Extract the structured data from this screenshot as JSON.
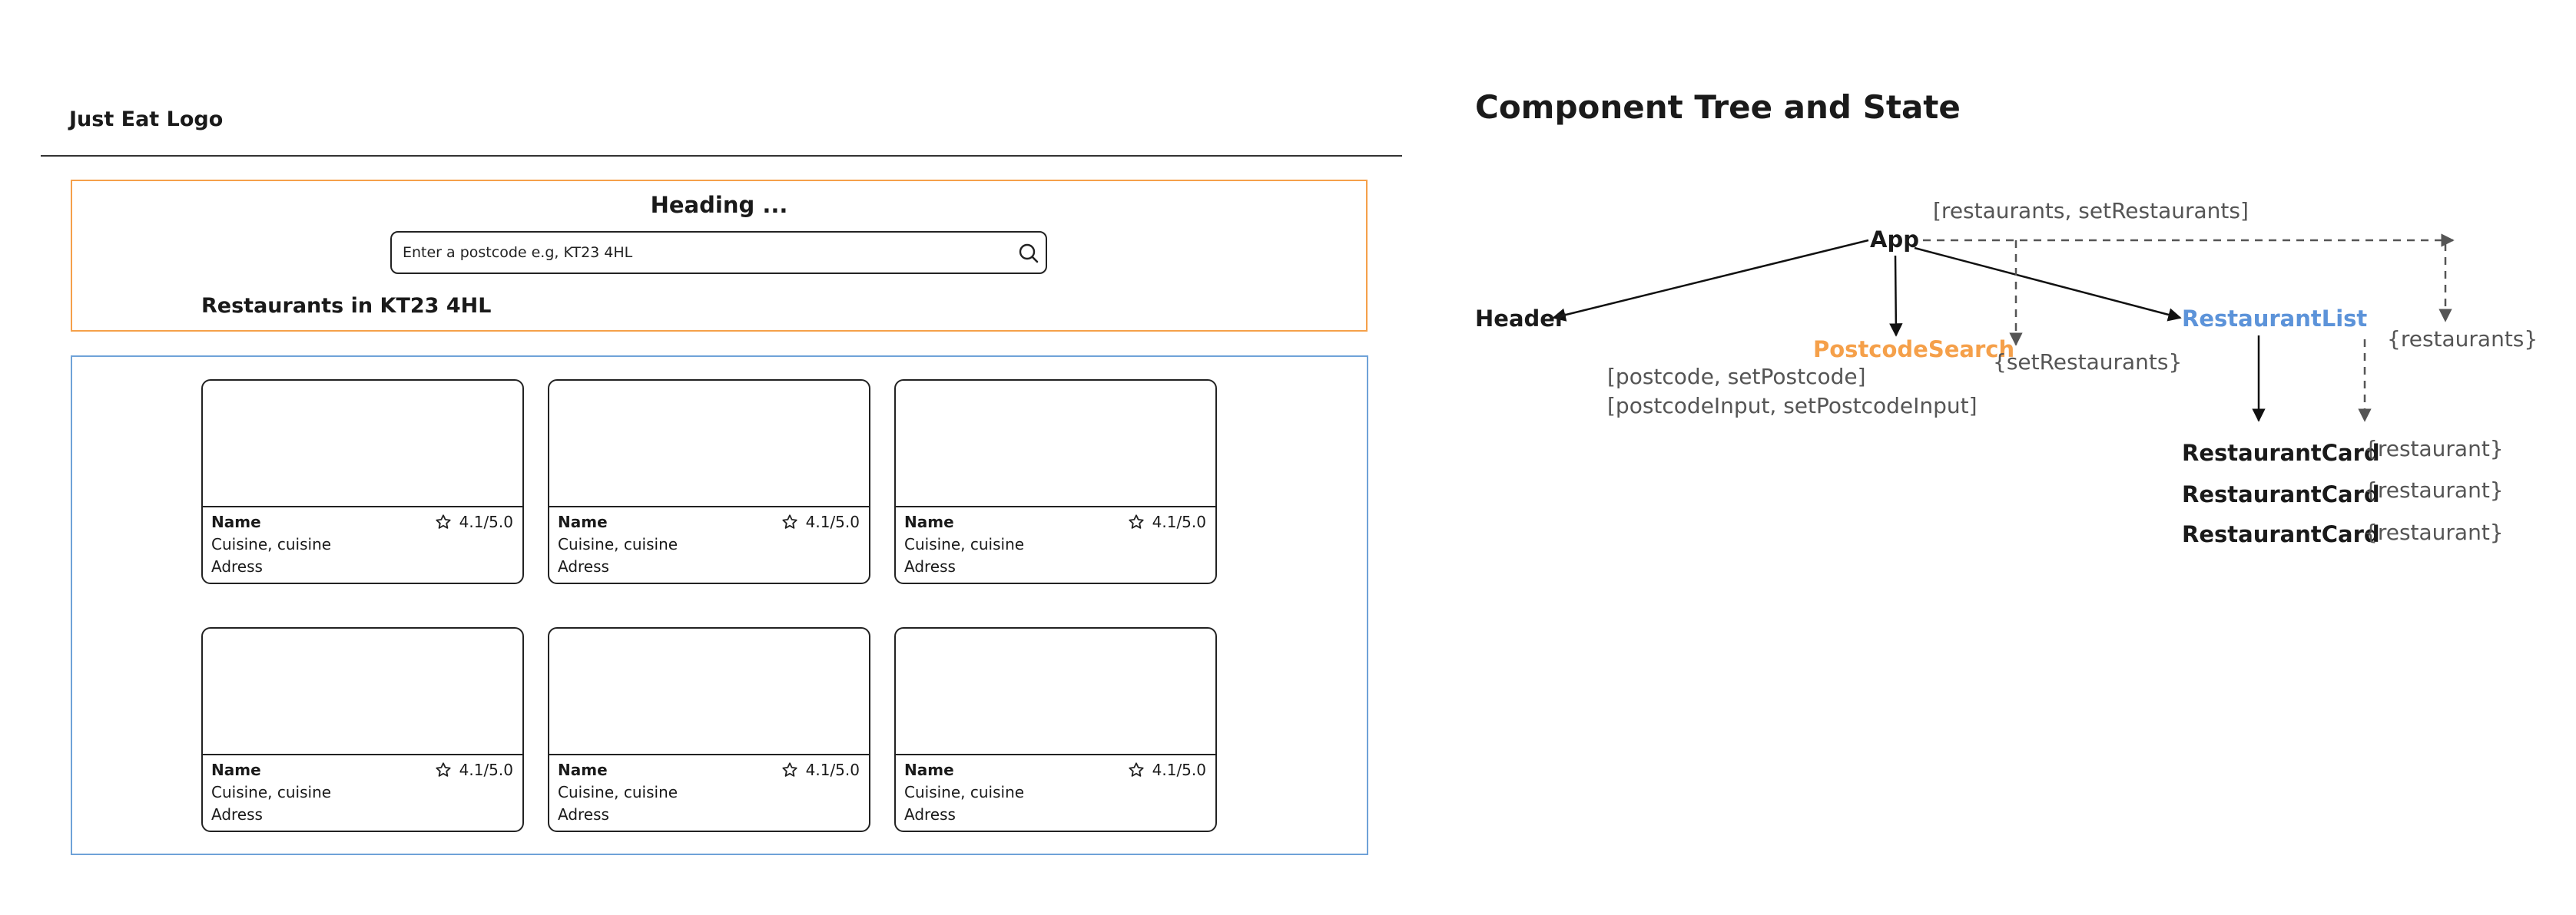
{
  "wireframe": {
    "logo": "Just Eat Logo",
    "heading": "Heading ...",
    "search": {
      "placeholder": "Enter a postcode e.g, KT23 4HL"
    },
    "results_title": "Restaurants in KT23 4HL",
    "cards": [
      {
        "name": "Name",
        "rating": "4.1/5.0",
        "cuisine": "Cuisine, cuisine",
        "address": "Adress"
      },
      {
        "name": "Name",
        "rating": "4.1/5.0",
        "cuisine": "Cuisine, cuisine",
        "address": "Adress"
      },
      {
        "name": "Name",
        "rating": "4.1/5.0",
        "cuisine": "Cuisine, cuisine",
        "address": "Adress"
      },
      {
        "name": "Name",
        "rating": "4.1/5.0",
        "cuisine": "Cuisine, cuisine",
        "address": "Adress"
      },
      {
        "name": "Name",
        "rating": "4.1/5.0",
        "cuisine": "Cuisine, cuisine",
        "address": "Adress"
      },
      {
        "name": "Name",
        "rating": "4.1/5.0",
        "cuisine": "Cuisine, cuisine",
        "address": "Adress"
      }
    ],
    "colors": {
      "search_section_border": "#f5a04a",
      "list_section_border": "#6fa2d8"
    }
  },
  "tree": {
    "title": "Component Tree and State",
    "app": "App",
    "app_state": "[restaurants, setRestaurants]",
    "header": "Header",
    "postcode_search": "PostcodeSearch",
    "postcode_search_state_1": "[postcode, setPostcode]",
    "postcode_search_state_2": "[postcodeInput, setPostcodeInput]",
    "set_restaurants_prop": "{setRestaurants}",
    "restaurant_list": "RestaurantList",
    "restaurants_prop": "{restaurants}",
    "cards": [
      {
        "name": "RestaurantCard",
        "prop": "{restaurant}"
      },
      {
        "name": "RestaurantCard",
        "prop": "{restaurant}"
      },
      {
        "name": "RestaurantCard",
        "prop": "{restaurant}"
      }
    ],
    "colors": {
      "postcode_search": "#f5a04a",
      "restaurant_list": "#5c93d9",
      "state_text": "#555555",
      "arrow": "#111111",
      "dashed_arrow": "#555555"
    }
  }
}
